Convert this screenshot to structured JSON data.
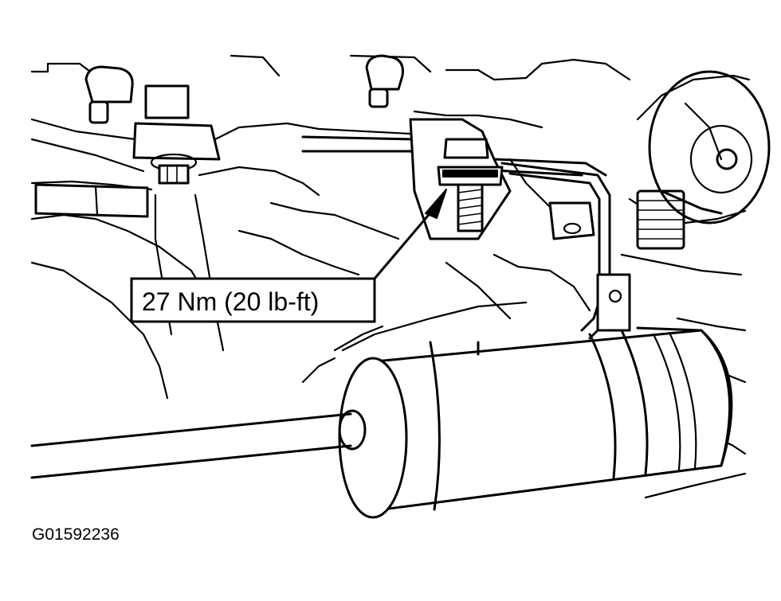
{
  "diagram": {
    "callout": {
      "torque_label": "27 Nm (20 lb-ft)"
    },
    "figure_id": "G01592236",
    "components": [
      {
        "name": "fuel-filter",
        "icon": "cylinder-filter-drawing"
      },
      {
        "name": "mounting-bolt",
        "icon": "bolt-drawing"
      },
      {
        "name": "bracket-clamp",
        "icon": "bracket-drawing"
      },
      {
        "name": "fuel-line",
        "icon": "tube-drawing"
      },
      {
        "name": "engine-block",
        "icon": "engine-drawing"
      }
    ],
    "colors": {
      "ink": "#000000",
      "paper": "#ffffff"
    }
  }
}
